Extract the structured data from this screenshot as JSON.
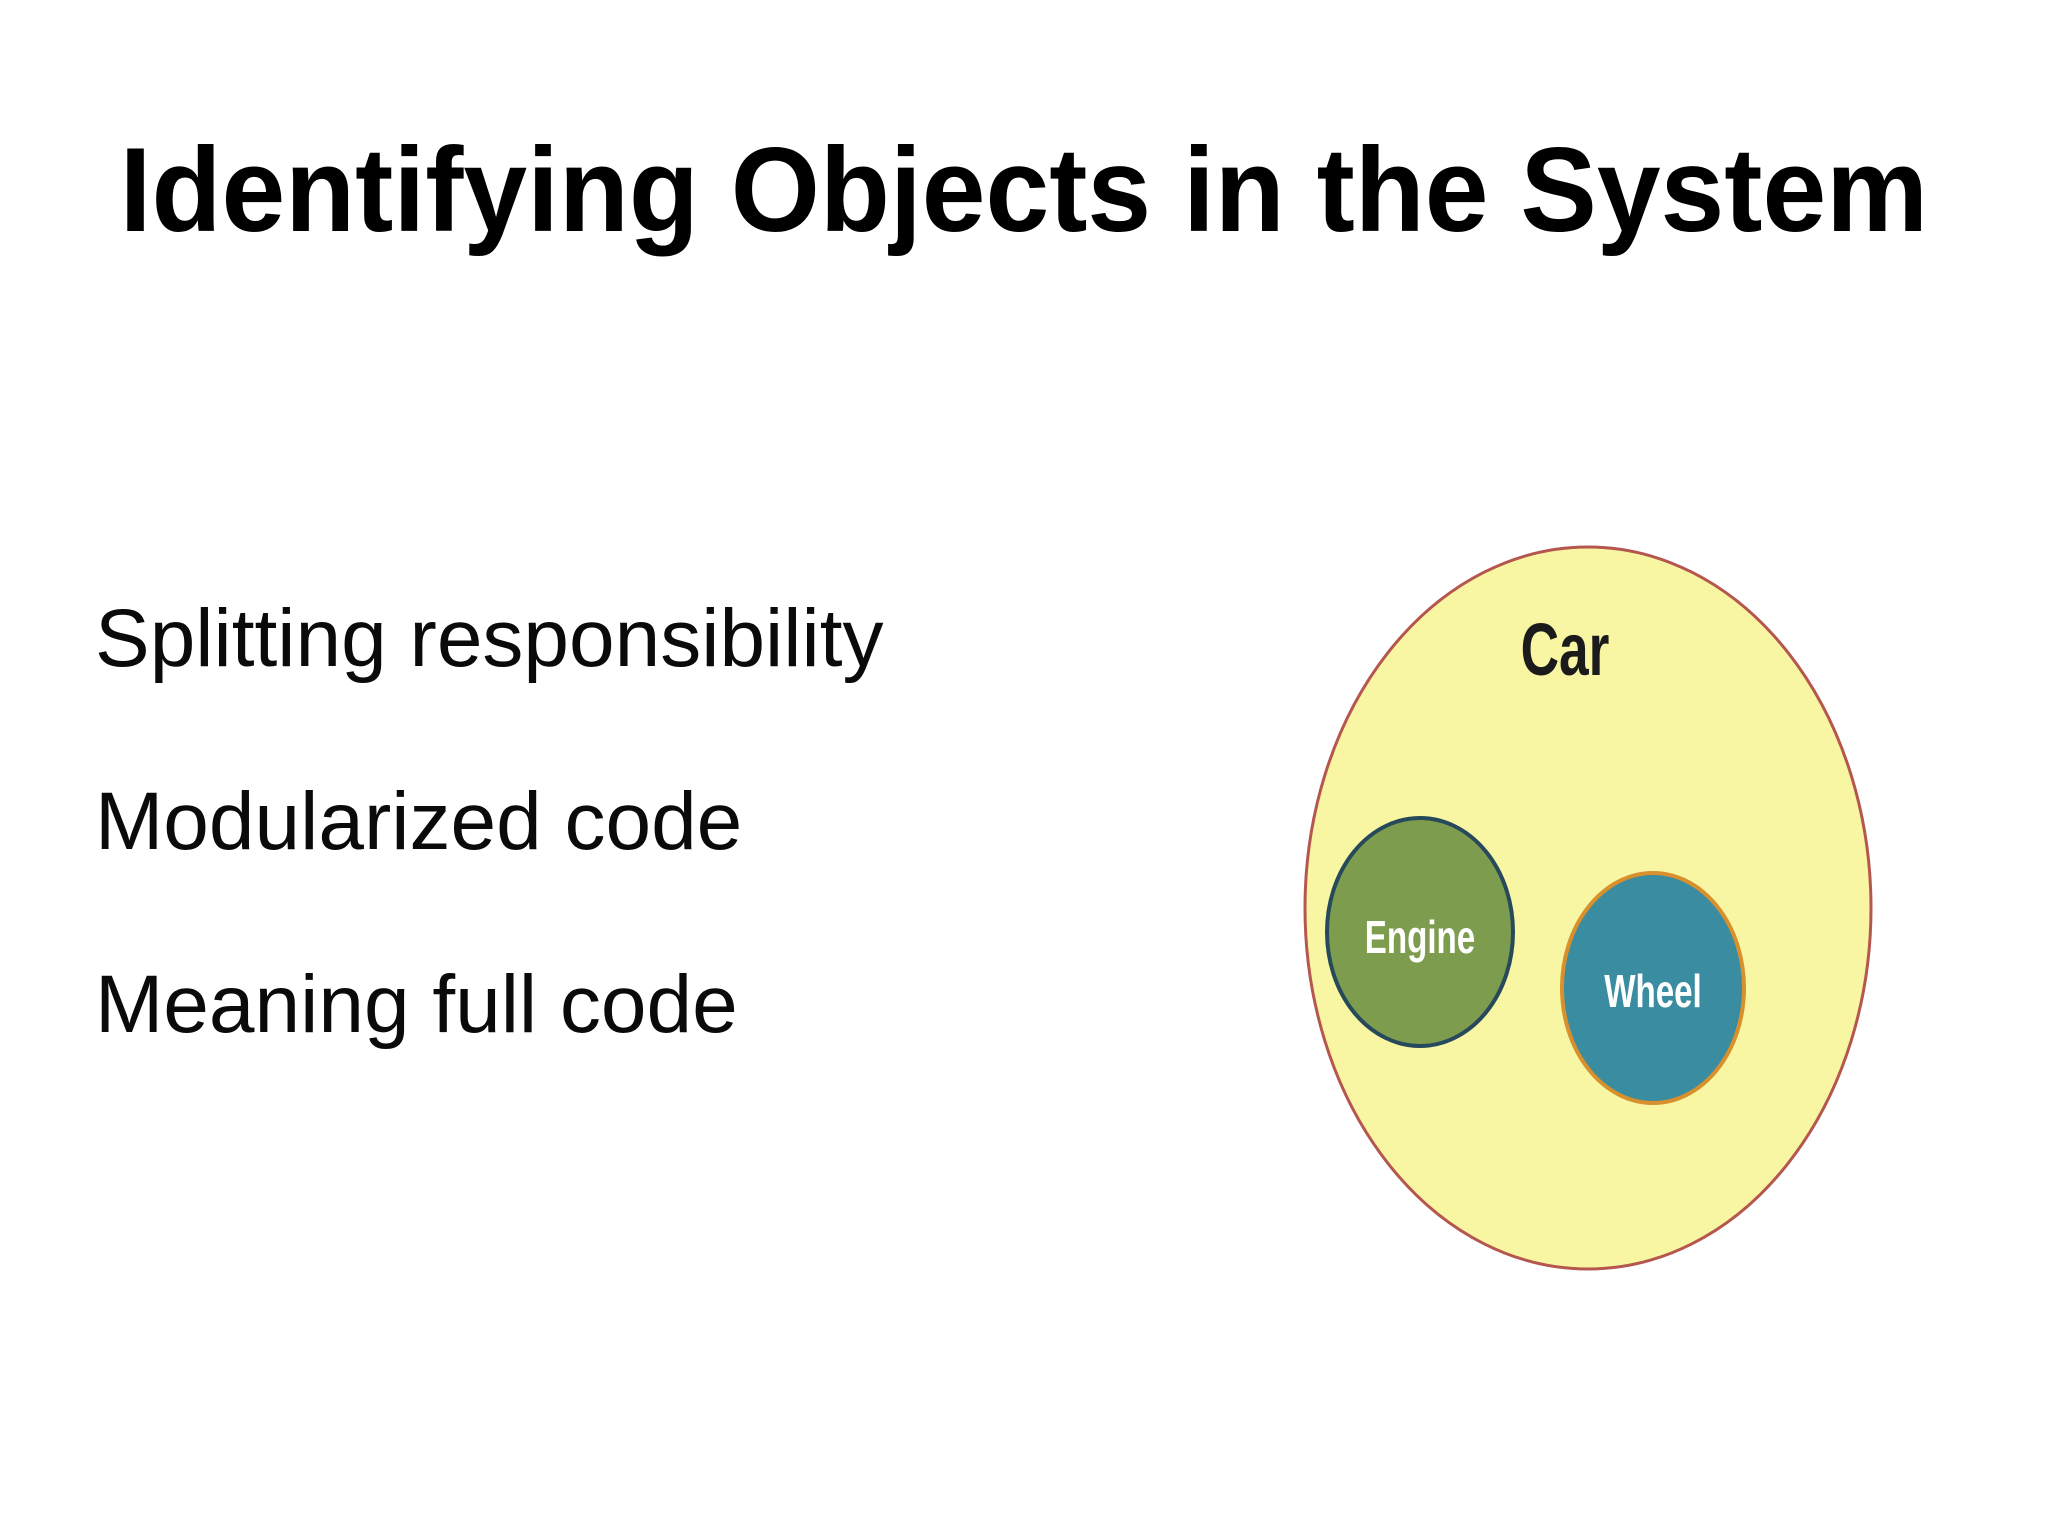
{
  "slide": {
    "title": "Identifying Objects in the System",
    "bullets": [
      "Splitting responsibility",
      "Modularized code",
      "Meaning full code"
    ]
  },
  "diagram": {
    "outer_label": "Car",
    "inner_labels": [
      {
        "label": "Engine"
      },
      {
        "label": "Wheel"
      }
    ],
    "colors": {
      "title_text": "#000000",
      "car_text": "#1B1B1B",
      "label_text": "#FFFFFF",
      "outer_fill": "#F8F6A3",
      "outer_stroke": "#B5574E",
      "engine_fill": "#7E9C4D",
      "engine_stroke": "#264A5C",
      "wheel_fill": "#3A8CA0",
      "wheel_stroke": "#D8902C"
    }
  }
}
